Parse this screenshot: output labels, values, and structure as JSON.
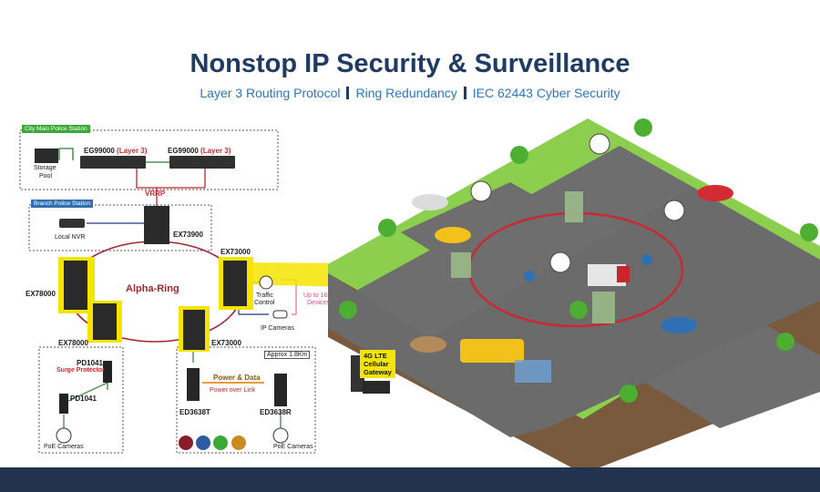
{
  "title": "Nonstop IP Security & Surveillance",
  "subtitle": {
    "part1": "Layer 3 Routing Protocol",
    "part2": "Ring Redundancy",
    "part3": "IEC 62443 Cyber Security"
  },
  "diagram": {
    "city_station": "City Main Police Station",
    "branch_station": "Branch Police Station",
    "storage_pool": [
      "Storage",
      "Pool"
    ],
    "eg_left": {
      "model": "EG99000",
      "note": "(Layer 3)"
    },
    "eg_right": {
      "model": "EG99000",
      "note": "(Layer 3)"
    },
    "vrrp": "VRRP",
    "local_nvr": "Local NVR",
    "ex73900": "EX73900",
    "ex73000_top": "EX73000",
    "ex78000_left": "EX78000",
    "ex78000_bottom": "EX78000",
    "ex73000_bottom": "EX73000",
    "alpha_ring": "Alpha-Ring",
    "traffic_control": [
      "Traffic",
      "Control"
    ],
    "ip_cameras": "IP Cameras",
    "up_to_16": [
      "Up to 16",
      "Devices"
    ],
    "pd1041_a": "PD1041",
    "surge": "Surge Protector",
    "pd1041_b": "PD1041",
    "poe_cameras_left": "PoE Cameras",
    "approx": "Approx 1.8Km",
    "power_data": "Power & Data",
    "power_over_link": "Power over Link",
    "ed3638t": "ED3638T",
    "ed3638r": "ED3638R",
    "poe_cameras_right": "PoE Cameras",
    "gateway": [
      "4G LTE",
      "Cellular",
      "Gateway"
    ]
  },
  "colors": {
    "title": "#1f3a63",
    "subtitle": "#2a78c1",
    "ring": "#a2262e",
    "highlight": "#f5e400",
    "city_tag": "#3aa935",
    "branch_tag": "#2f6fb4",
    "footer": "#23334f"
  }
}
